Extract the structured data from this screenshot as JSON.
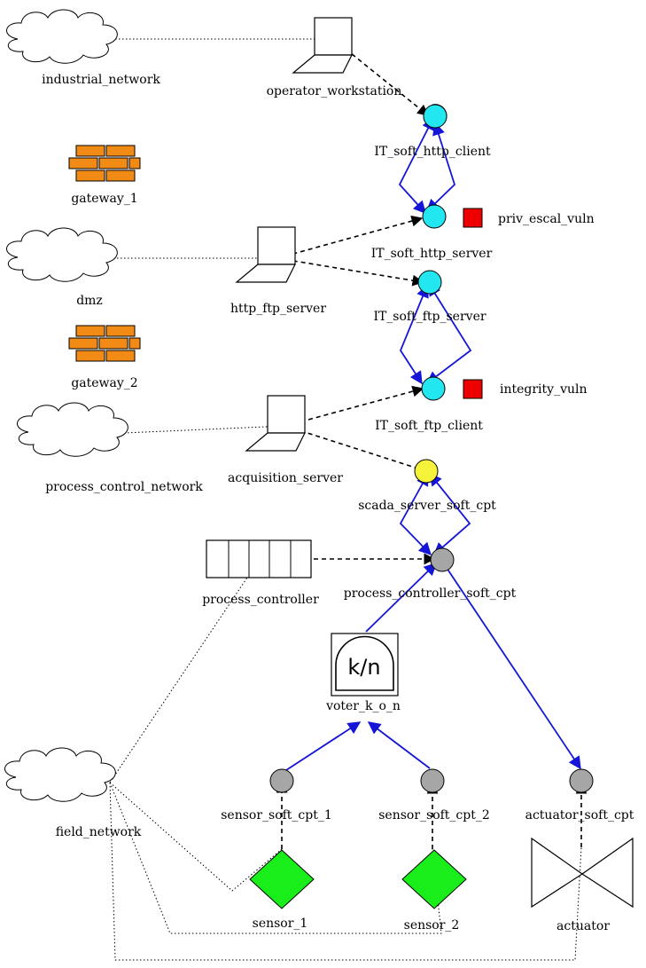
{
  "nodes": {
    "industrial_network": "industrial_network",
    "operator_workstation": "operator_workstation",
    "gateway_1": "gateway_1",
    "it_soft_http_client": "IT_soft_http_client",
    "it_soft_http_server": "IT_soft_http_server",
    "priv_escal_vuln": "priv_escal_vuln",
    "dmz": "dmz",
    "http_ftp_server": "http_ftp_server",
    "it_soft_ftp_server": "IT_soft_ftp_server",
    "gateway_2": "gateway_2",
    "it_soft_ftp_client": "IT_soft_ftp_client",
    "integrity_vuln": "integrity_vuln",
    "process_control_network": "process_control_network",
    "acquisition_server": "acquisition_server",
    "scada_server_soft_cpt": "scada_server_soft_cpt",
    "process_controller": "process_controller",
    "process_controller_soft_cpt": "process_controller_soft_cpt",
    "voter_k_o_n": "voter_k_o_n",
    "voter_symbol": "k/n",
    "field_network": "field_network",
    "sensor_soft_cpt_1": "sensor_soft_cpt_1",
    "sensor_soft_cpt_2": "sensor_soft_cpt_2",
    "actuator_soft_cpt": "actuator_soft_cpt",
    "sensor_1": "sensor_1",
    "sensor_2": "sensor_2",
    "actuator": "actuator"
  },
  "colors": {
    "it_software": "#22e6f0",
    "scada_software": "#f5f23a",
    "control_software": "#a6a6a6",
    "vulnerability": "#ee0000",
    "gateway": "#f28a16",
    "sensor": "#1aee1a",
    "flow_arrow": "#1515d8"
  },
  "icons": {
    "network": "cloud-icon",
    "workstation": "laptop-icon",
    "gateway": "firewall-icon",
    "software": "software-component-icon",
    "vulnerability": "vulnerability-square-icon",
    "controller": "plc-rack-icon",
    "voter": "voter-gate-icon",
    "sensor": "sensor-diamond-icon",
    "actuator": "valve-icon"
  }
}
